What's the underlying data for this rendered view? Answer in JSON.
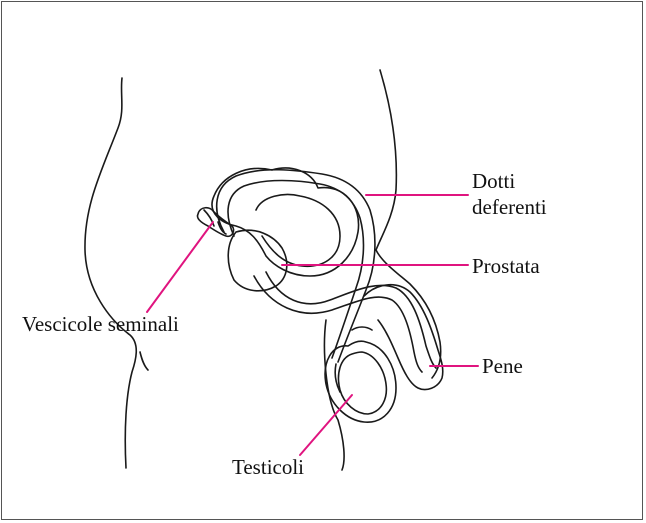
{
  "labels": {
    "dotti_line1": "Dotti",
    "dotti_line2": "deferenti",
    "prostata": "Prostata",
    "vescicole": "Vescicole seminali",
    "pene": "Pene",
    "testicoli": "Testicoli"
  },
  "colors": {
    "leader": "#e0147f",
    "outline": "#1a1a1a",
    "border": "#555555"
  }
}
